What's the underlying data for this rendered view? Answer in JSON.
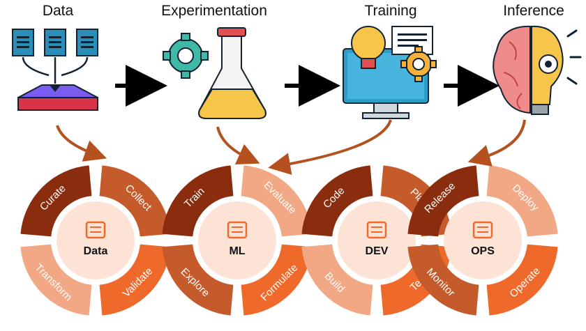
{
  "stages": [
    {
      "label": "Data",
      "icon": "documents-to-database-icon"
    },
    {
      "label": "Experimentation",
      "icon": "gear-flask-icon"
    },
    {
      "label": "Training",
      "icon": "lightbulb-monitor-icon"
    },
    {
      "label": "Inference",
      "icon": "brain-lightbulb-icon"
    }
  ],
  "cycles": [
    {
      "center": "Data",
      "icon": "server-stack-icon",
      "segments": [
        "Curate",
        "Collect",
        "Validate",
        "Transform"
      ]
    },
    {
      "center": "ML",
      "icon": "brain-circuit-icon",
      "segments": [
        "Train",
        "Evaluate",
        "Formulate",
        "Explore"
      ]
    },
    {
      "center": "DEV",
      "icon": "code-window-icon",
      "segments": [
        "Code",
        "Plan",
        "Test",
        "Build"
      ]
    },
    {
      "center": "OPS",
      "icon": "gear-people-icon",
      "segments": [
        "Release",
        "Deploy",
        "Operate",
        "Monitor"
      ]
    }
  ],
  "colors": {
    "dark": "#8a2c0e",
    "mid": "#c55a2b",
    "light": "#f2a884",
    "bright": "#ef6a2a",
    "center_fill": "#fde3d6",
    "arrow": "#000000",
    "connector": "#b5511f"
  }
}
